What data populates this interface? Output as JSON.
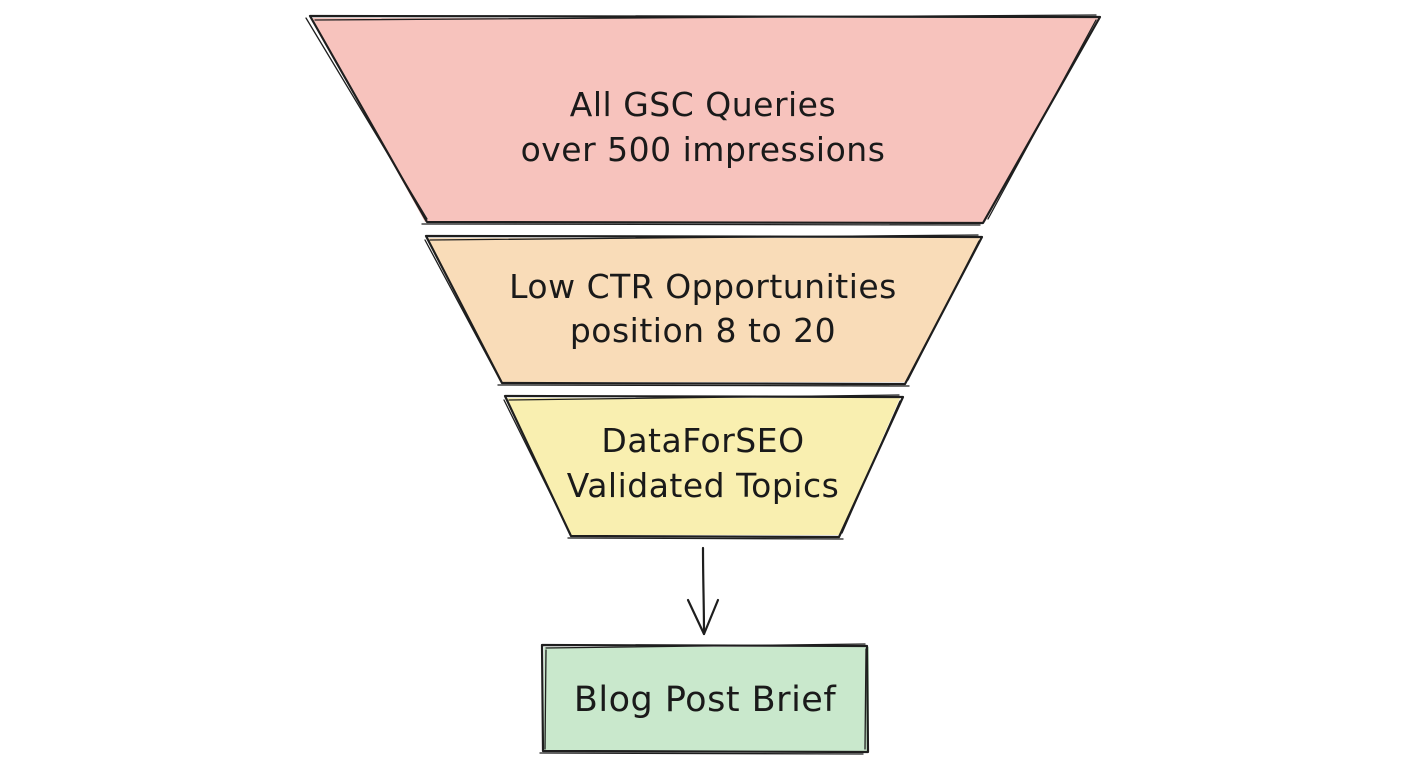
{
  "colors": {
    "stage1_fill": "#f7c3bd",
    "stage2_fill": "#f9dcb8",
    "stage3_fill": "#f9efb0",
    "output_fill": "#c9e8cc",
    "stroke": "#1e1e1e"
  },
  "funnel": {
    "stages": [
      {
        "line1": "All GSC Queries",
        "line2": "over 500 impressions"
      },
      {
        "line1": "Low CTR Opportunities",
        "line2": "position 8 to 20"
      },
      {
        "line1": "DataForSEO",
        "line2": "Validated Topics"
      }
    ]
  },
  "output": {
    "label": "Blog Post Brief"
  }
}
